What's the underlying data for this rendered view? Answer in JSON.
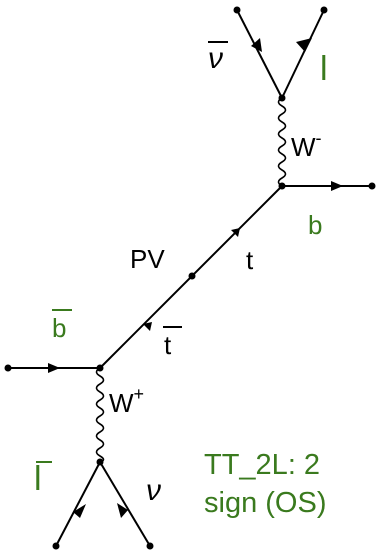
{
  "colors": {
    "line": "#000000",
    "green": "#3a7a1e"
  },
  "labels": {
    "nubar_top": "ν",
    "l_top": "l",
    "w_minus_base": "W",
    "w_minus_sup": "-",
    "b_right": "b",
    "pv": "PV",
    "t": "t",
    "bbar": "b",
    "tbar": "t",
    "w_plus_base": "W",
    "w_plus_sup": "+",
    "lbar_bottom": "l",
    "nu_bottom": "ν"
  },
  "caption": {
    "line1": "TT_2L: 2",
    "line2": "sign (OS)"
  }
}
